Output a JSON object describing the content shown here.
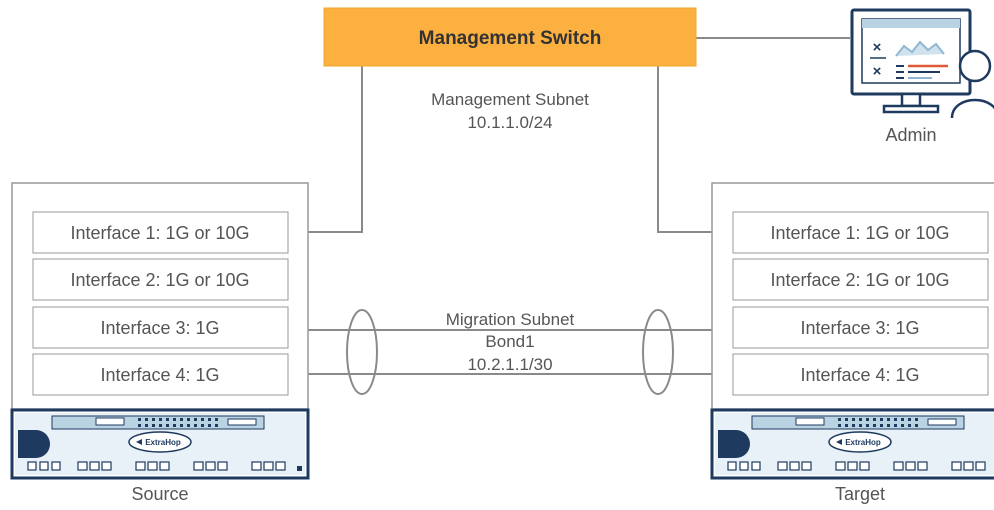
{
  "switch": {
    "label": "Management Switch",
    "color": "#fbb040"
  },
  "management_subnet": {
    "line1": "Management Subnet",
    "line2": "10.1.1.0/24"
  },
  "migration_subnet": {
    "line1": "Migration Subnet",
    "line2": "Bond1",
    "line3": "10.2.1.1/30"
  },
  "admin": {
    "label": "Admin",
    "icon": "admin-workstation-icon"
  },
  "source": {
    "label": "Source",
    "interfaces": [
      "Interface 1: 1G or 10G",
      "Interface 2: 1G or 10G",
      "Interface 3: 1G",
      "Interface 4: 1G"
    ],
    "logo_text": "ExtraHop"
  },
  "target": {
    "label": "Target",
    "interfaces": [
      "Interface 1: 1G or 10G",
      "Interface 2: 1G or 10G",
      "Interface 3: 1G",
      "Interface 4: 1G"
    ],
    "logo_text": "ExtraHop"
  },
  "colors": {
    "line": "#8a8a8a",
    "box_border": "#999999",
    "text": "#555555",
    "appliance": "#1e3a5f",
    "appliance_light": "#b9d3e3"
  }
}
